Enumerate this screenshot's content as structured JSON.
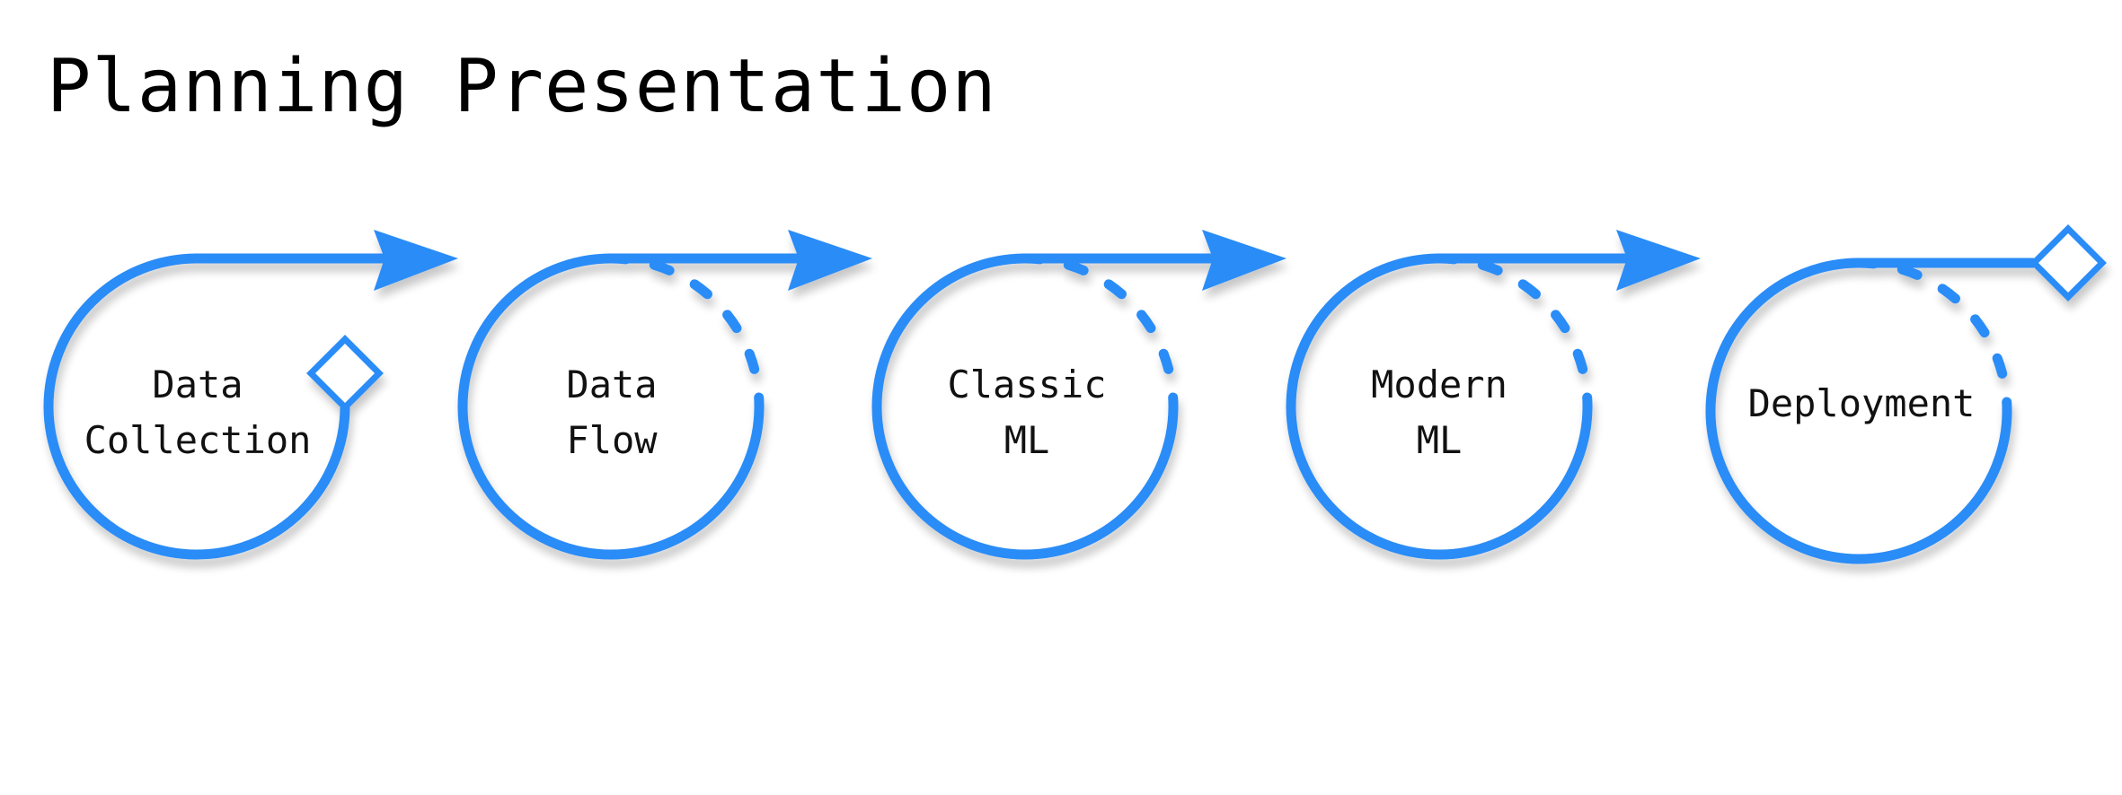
{
  "slide": {
    "title": "Planning Presentation"
  },
  "colors": {
    "accent": "#2B8CF7",
    "text": "#111111",
    "background": "#FFFFFF"
  },
  "stages": [
    {
      "line1": "Data",
      "line2": "Collection",
      "marker": "diamond",
      "dashed_arc": false,
      "arrow_out": true
    },
    {
      "line1": "Data",
      "line2": "Flow",
      "marker": "none",
      "dashed_arc": true,
      "arrow_out": true
    },
    {
      "line1": "Classic",
      "line2": "ML",
      "marker": "none",
      "dashed_arc": true,
      "arrow_out": true
    },
    {
      "line1": "Modern",
      "line2": "ML",
      "marker": "none",
      "dashed_arc": true,
      "arrow_out": true
    },
    {
      "line1": "Deployment",
      "line2": "",
      "marker": "diamond",
      "dashed_arc": true,
      "arrow_out": false
    }
  ]
}
